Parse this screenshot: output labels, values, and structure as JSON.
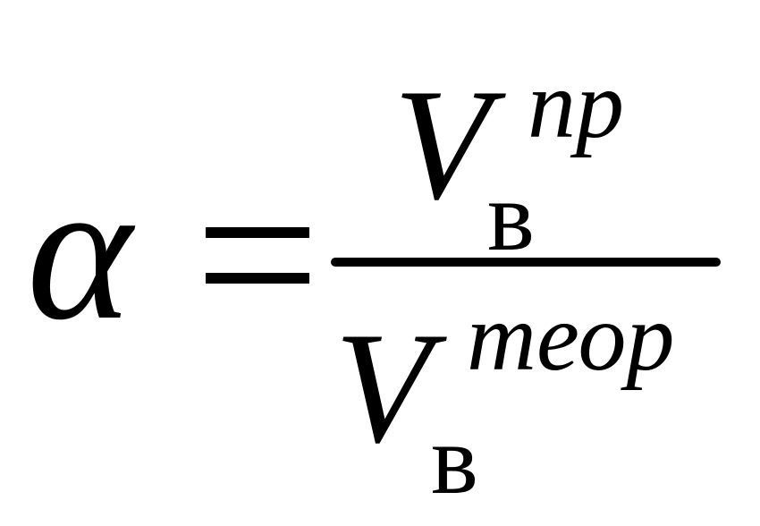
{
  "formula": {
    "lhs": "α",
    "numerator": {
      "base": "V",
      "superscript": "пр",
      "subscript": "в"
    },
    "denominator": {
      "base": "V",
      "superscript": "теор",
      "subscript": "в"
    }
  }
}
